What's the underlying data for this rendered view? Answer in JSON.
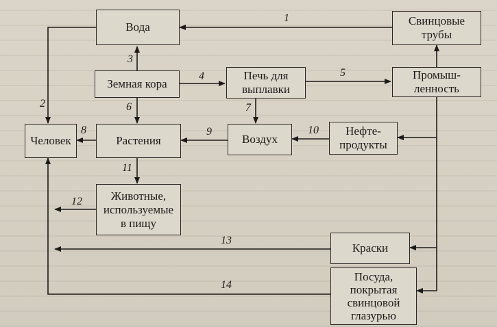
{
  "nodes": {
    "voda": "Вода",
    "svintsovye_truby": "Свинцовые\nтрубы",
    "zemnaya_kora": "Земная кора",
    "pech": "Печь для\nвыплавки",
    "promyshlennost": "Промыш-\nленность",
    "chelovek": "Человек",
    "rasteniya": "Растения",
    "vozdukh": "Воздух",
    "nefteprodukty": "Нефте-\nпродукты",
    "zhivotnye": "Животные,\nиспользуемые\nв пищу",
    "kraski": "Краски",
    "posuda": "Посуда,\nпокрытая\nсвинцовой\nглазурью"
  },
  "edge_labels": {
    "e1": "1",
    "e2": "2",
    "e3": "3",
    "e4": "4",
    "e5": "5",
    "e6": "6",
    "e7": "7",
    "e8": "8",
    "e9": "9",
    "e10": "10",
    "e11": "11",
    "e12": "12",
    "e13": "13",
    "e14": "14"
  }
}
